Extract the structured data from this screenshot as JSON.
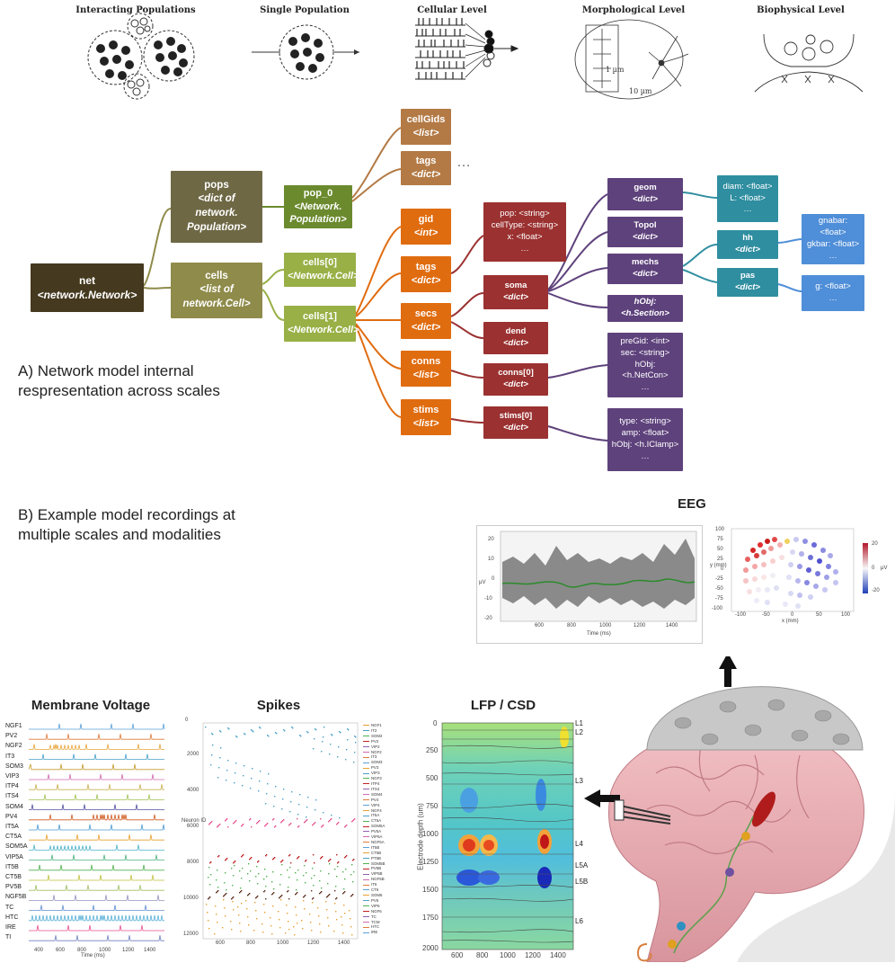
{
  "scales": {
    "interacting": "Interacting Populations",
    "single": "Single Population",
    "cellular": "Cellular Level",
    "morphological": "Morphological Level",
    "biophysical": "Biophysical Level",
    "scale_1um": "1 µm",
    "scale_10um": "10 µm"
  },
  "tree": {
    "net": {
      "name": "net",
      "type": "<network.Network>"
    },
    "pops": {
      "name": "pops",
      "type1": "<dict of",
      "type2": "network.",
      "type3": "Population>"
    },
    "cells": {
      "name": "cells",
      "type1": "<list of",
      "type2": "network.Cell>"
    },
    "pop0": {
      "name": "pop_0",
      "type1": "<Network.",
      "type2": "Population>"
    },
    "cells0": {
      "name": "cells[0]",
      "type": "<Network.Cell>"
    },
    "cells1": {
      "name": "cells[1]",
      "type": "<Network.Cell>"
    },
    "cellGids": {
      "name": "cellGids",
      "type": "<list>"
    },
    "tagsPop": {
      "name": "tags",
      "type": "<dict>"
    },
    "ellipsis": "…",
    "gid": {
      "name": "gid",
      "type": "<int>"
    },
    "tags": {
      "name": "tags",
      "type": "<dict>"
    },
    "secs": {
      "name": "secs",
      "type": "<dict>"
    },
    "conns": {
      "name": "conns",
      "type": "<list>"
    },
    "stims": {
      "name": "stims",
      "type": "<list>"
    },
    "tagsDetail": {
      "l1": "pop: <string>",
      "l2": "cellType: <string>",
      "l3": "x: <float>",
      "l4": "…"
    },
    "soma": {
      "name": "soma",
      "type": "<dict>"
    },
    "dend": {
      "name": "dend",
      "type": "<dict>"
    },
    "conns0": {
      "name": "conns[0]",
      "type": "<dict>"
    },
    "stims0": {
      "name": "stims[0]",
      "type": "<dict>"
    },
    "geom": {
      "name": "geom",
      "type": "<dict>"
    },
    "topol": {
      "name": "Topol",
      "type": "<dict>"
    },
    "mechs": {
      "name": "mechs",
      "type": "<dict>"
    },
    "hObjSec": "hObj: <h.Section>",
    "connDetail": {
      "l1": "preGid: <int>",
      "l2": "sec: <string>",
      "l3": "hObj: <h.NetCon>",
      "l4": "…"
    },
    "stimDetail": {
      "l1": "type: <string>",
      "l2": "amp: <float>",
      "l3": "hObj: <h.IClamp>",
      "l4": "…"
    },
    "geomDetail": {
      "l1": "diam: <float>",
      "l2": "L: <float>",
      "l3": "…"
    },
    "hh": {
      "name": "hh",
      "type": "<dict>"
    },
    "pas": {
      "name": "pas",
      "type": "<dict>"
    },
    "hhDetail": {
      "l1": "gnabar: <float>",
      "l2": "gkbar: <float>",
      "l3": "…"
    },
    "pasDetail": {
      "l1": "g: <float>",
      "l2": "…"
    }
  },
  "captionA": {
    "l1": "A) Network model internal",
    "l2": "respresentation across scales"
  },
  "captionB": {
    "l1": "B) Example model recordings at",
    "l2": "multiple scales and modalities"
  },
  "panels": {
    "eeg": "EEG",
    "membrane": "Membrane Voltage",
    "spikes": "Spikes",
    "lfp": "LFP / CSD"
  },
  "eegTrace": {
    "yticks": [
      "20",
      "10",
      "0",
      "-10",
      "-20"
    ],
    "xticks": [
      "600",
      "800",
      "1000",
      "1200",
      "1400"
    ],
    "xlabel": "Time (ms)",
    "ylabel": "μV"
  },
  "eegMap": {
    "yticks": [
      "100",
      "75",
      "50",
      "25",
      "0",
      "-25",
      "-50",
      "-75",
      "-100"
    ],
    "xticks": [
      "-100",
      "-50",
      "0",
      "50",
      "100"
    ],
    "xlabel": "x (mm)",
    "ylabel": "y (mm)",
    "cbar": [
      "20",
      "0",
      "-20"
    ],
    "cbarLabel": "μV"
  },
  "membraneLabels": [
    "NGF1",
    "PV2",
    "NGF2",
    "IT3",
    "SOM3",
    "VIP3",
    "ITP4",
    "ITS4",
    "SOM4",
    "PV4",
    "IT5A",
    "CT5A",
    "SOM5A",
    "VIP5A",
    "IT5B",
    "CT5B",
    "PV5B",
    "NGF5B",
    "TC",
    "HTC",
    "IRE",
    "TI"
  ],
  "membraneColors": [
    "#5aa0d8",
    "#e07b39",
    "#e8a33a",
    "#4aa0c8",
    "#c59a2a",
    "#d06ab0",
    "#c8b050",
    "#a0c050",
    "#5050a0",
    "#d05a20",
    "#4a9ad0",
    "#e8a030",
    "#4ab0c8",
    "#50b080",
    "#50b050",
    "#c0c040",
    "#a0c060",
    "#9090c0",
    "#6090d0",
    "#5ab0d8",
    "#e85090",
    "#7080c0"
  ],
  "membraneAxis": {
    "xticks": [
      "400",
      "600",
      "800",
      "1000",
      "1200",
      "1400"
    ],
    "xlabel": "Time (ms)"
  },
  "spikesAxis": {
    "yticks": [
      "0",
      "2000",
      "4000",
      "6000",
      "8000",
      "10000",
      "12000"
    ],
    "xticks": [
      "600",
      "800",
      "1000",
      "1200",
      "1400"
    ],
    "ylabel": "Neuron ID"
  },
  "spikesLegend": [
    "NGF1",
    "IT2",
    "SOM2",
    "PV2",
    "VIP2",
    "NGF2",
    "IT3",
    "SOM3",
    "PV3",
    "VIP3",
    "NGF3",
    "ITP4",
    "ITS4",
    "SOM4",
    "PV4",
    "VIP4",
    "NGF4",
    "IT5A",
    "CT5A",
    "SOM5A",
    "PV5A",
    "VIP5A",
    "NGF5A",
    "IT5B",
    "CT5B",
    "PT5B",
    "SOM5B",
    "PV5B",
    "VIP5B",
    "NGF5B",
    "IT6",
    "CT6",
    "SOM6",
    "PV6",
    "VIP6",
    "NGF6",
    "TC",
    "TCM",
    "HTC",
    "IRE"
  ],
  "lfpAxis": {
    "yticks": [
      "0",
      "250",
      "500",
      "750",
      "1000",
      "1250",
      "1500",
      "1750",
      "2000"
    ],
    "xticks": [
      "600",
      "800",
      "1000",
      "1200",
      "1400"
    ],
    "ylabel": "Electrode depth (um)",
    "layers": [
      "L1",
      "L2",
      "L3",
      "L4",
      "L5A",
      "L5B",
      "L6"
    ]
  }
}
